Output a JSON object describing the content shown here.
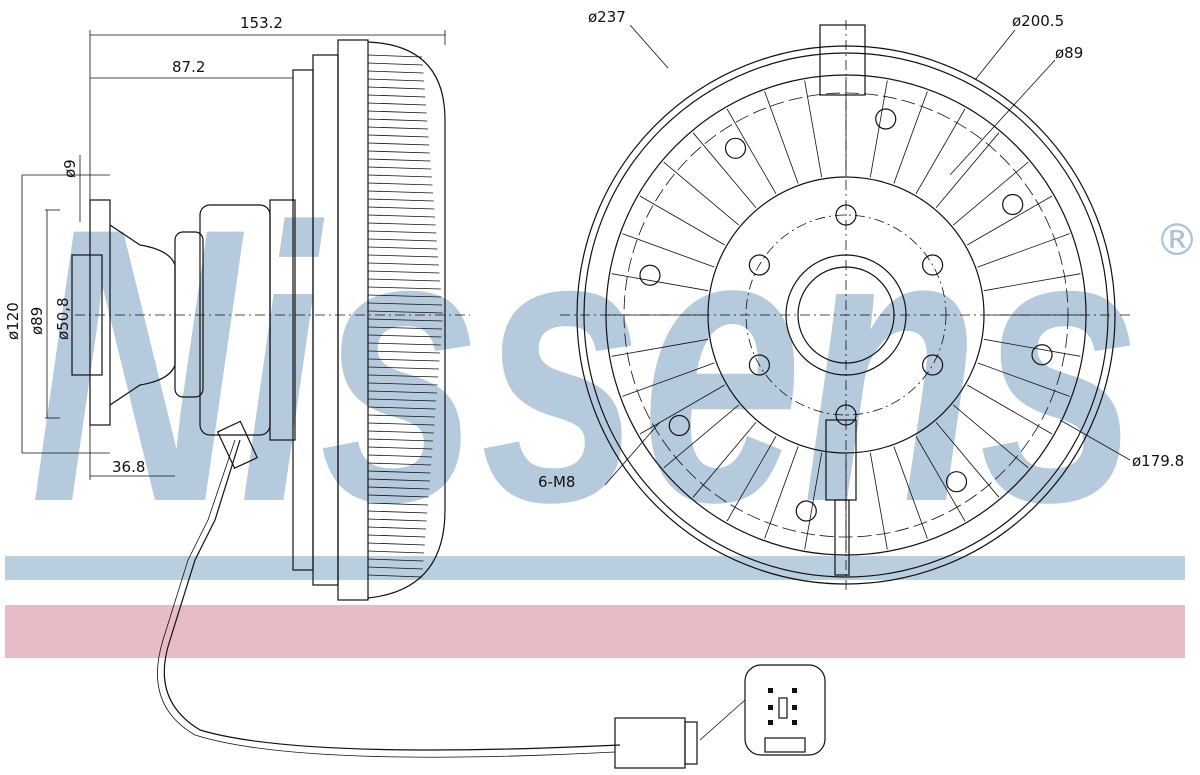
{
  "watermark": {
    "text": "Nissens",
    "registered": "®",
    "color": "#a9c3d8"
  },
  "bands": {
    "blue": "#b9cfe0",
    "pink": "#e8bcc6"
  },
  "side_view": {
    "overall_length": "153.2",
    "hub_length": "87.2",
    "bolt_hole_dia": "ø9",
    "flange_dia": "ø120",
    "bolt_circle_dia": "ø89",
    "pilot_dia": "ø50,8",
    "flange_offset": "36.8"
  },
  "front_view": {
    "outer_dia": "ø237",
    "mount_circle_dia": "ø200.5",
    "hub_dia": "ø89",
    "thread_spec": "6-M8",
    "bolt_circle_dia": "ø179.8"
  }
}
